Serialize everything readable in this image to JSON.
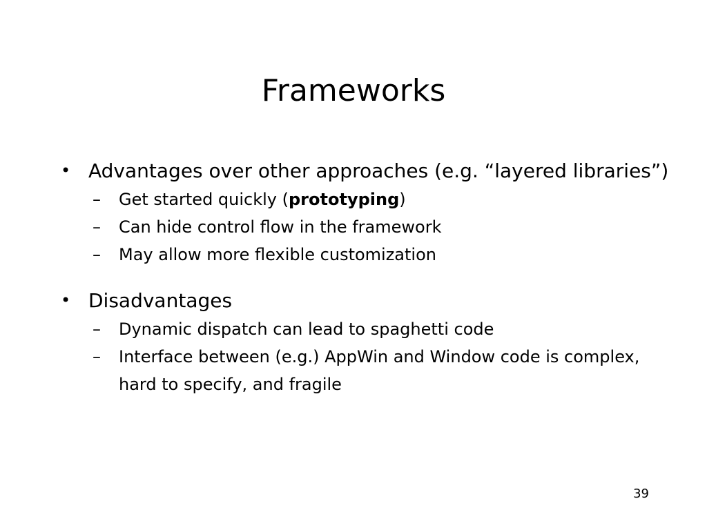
{
  "slide": {
    "title": "Frameworks",
    "page_number": "39",
    "bullet_mark": "•",
    "sub_mark": "–",
    "advantages": {
      "text": "Advantages over other approaches (e.g. “layered libraries”)",
      "items": [
        {
          "before": "Get started quickly (",
          "bold": "prototyping",
          "after": ")"
        },
        {
          "text": "Can hide control flow in the framework"
        },
        {
          "text": "May allow more flexible customization"
        }
      ]
    },
    "disadvantages": {
      "text": "Disadvantages",
      "items": [
        {
          "text": "Dynamic dispatch can lead to spaghetti code"
        },
        {
          "text": "Interface between (e.g.) AppWin and Window code is complex, hard to specify, and fragile"
        }
      ]
    }
  }
}
